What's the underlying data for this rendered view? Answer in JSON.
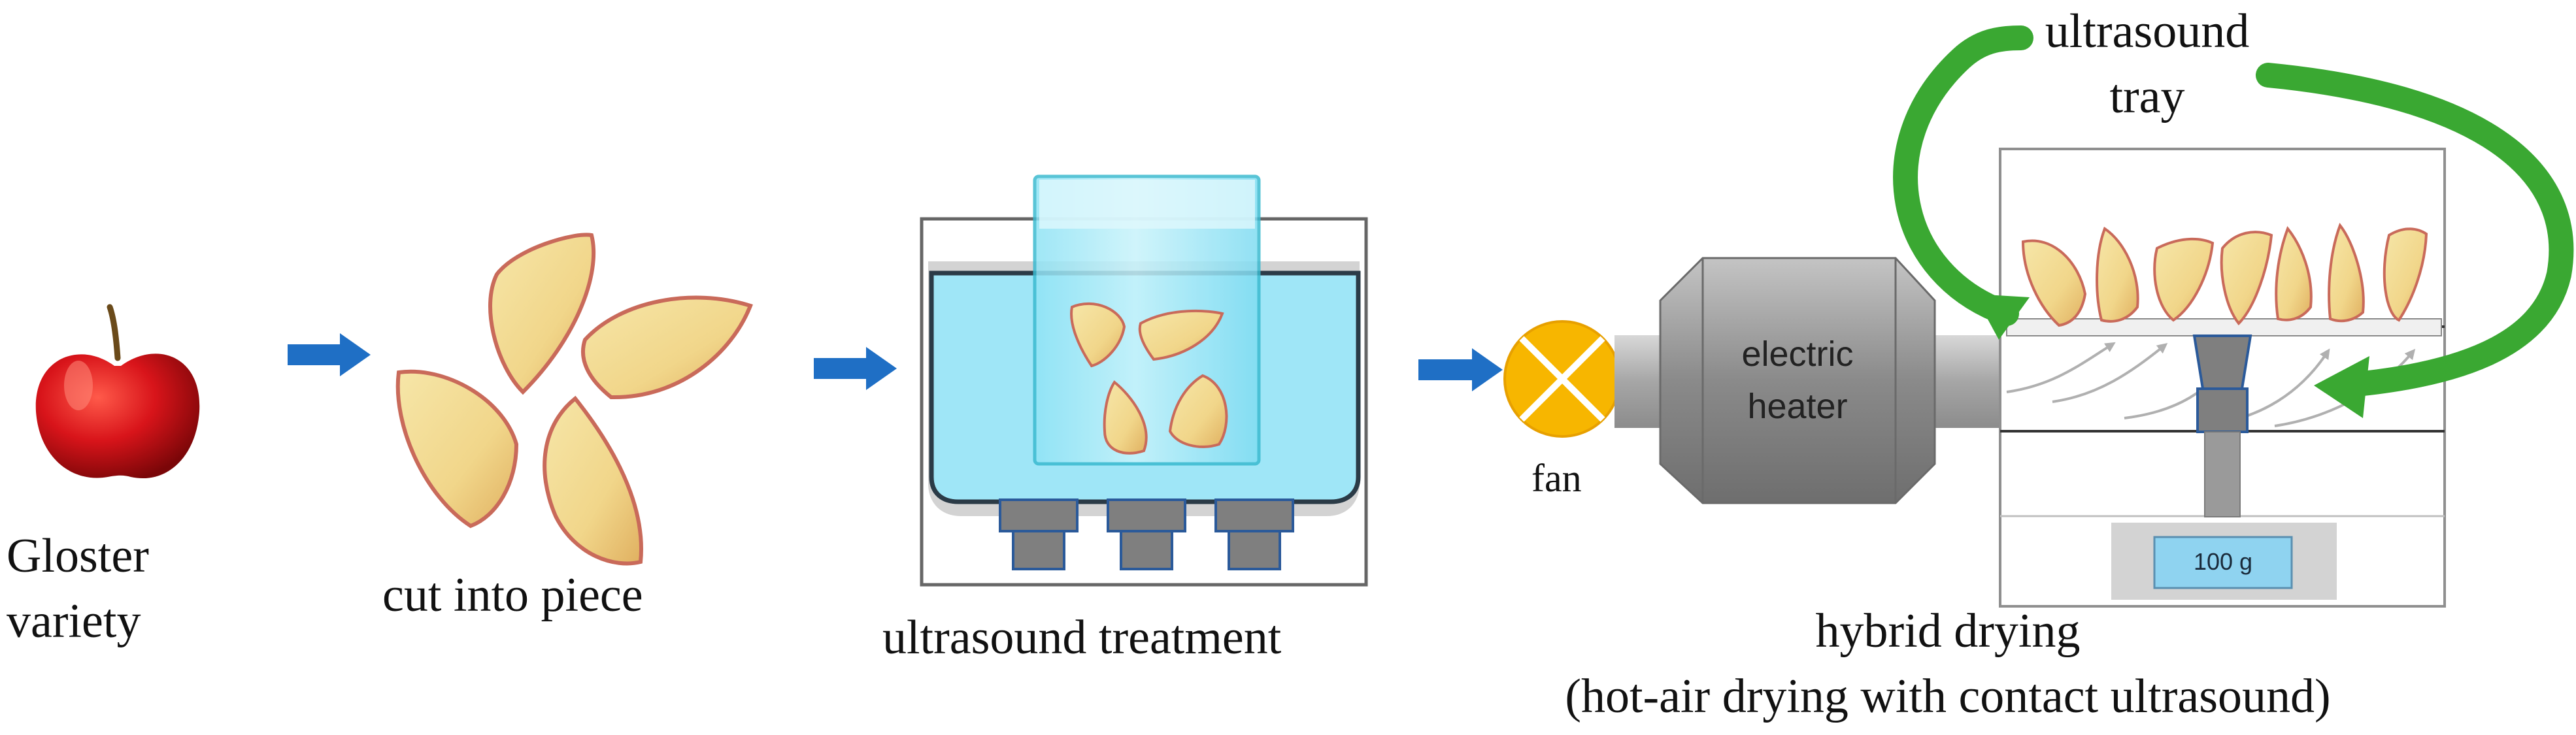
{
  "labels": {
    "apple_line1": "Gloster",
    "apple_line2": "variety",
    "cut": "cut into piece",
    "ultrasound_treatment": "ultrasound treatment",
    "fan": "fan",
    "heater_line1": "electric",
    "heater_line2": "heater",
    "tray_line1": "ultrasound",
    "tray_line2": "tray",
    "scale_reading": "100 g",
    "hybrid_line1": "hybrid drying",
    "hybrid_line2": "(hot-air drying with contact ultrasound)"
  },
  "colors": {
    "flow_arrow": "#1f6fc5",
    "water": "#9fe6f7",
    "fan": "#f7b600",
    "heater": "#8c8c8c",
    "loop_arrow": "#3aa832",
    "scale_display": "#8fd3f0"
  }
}
